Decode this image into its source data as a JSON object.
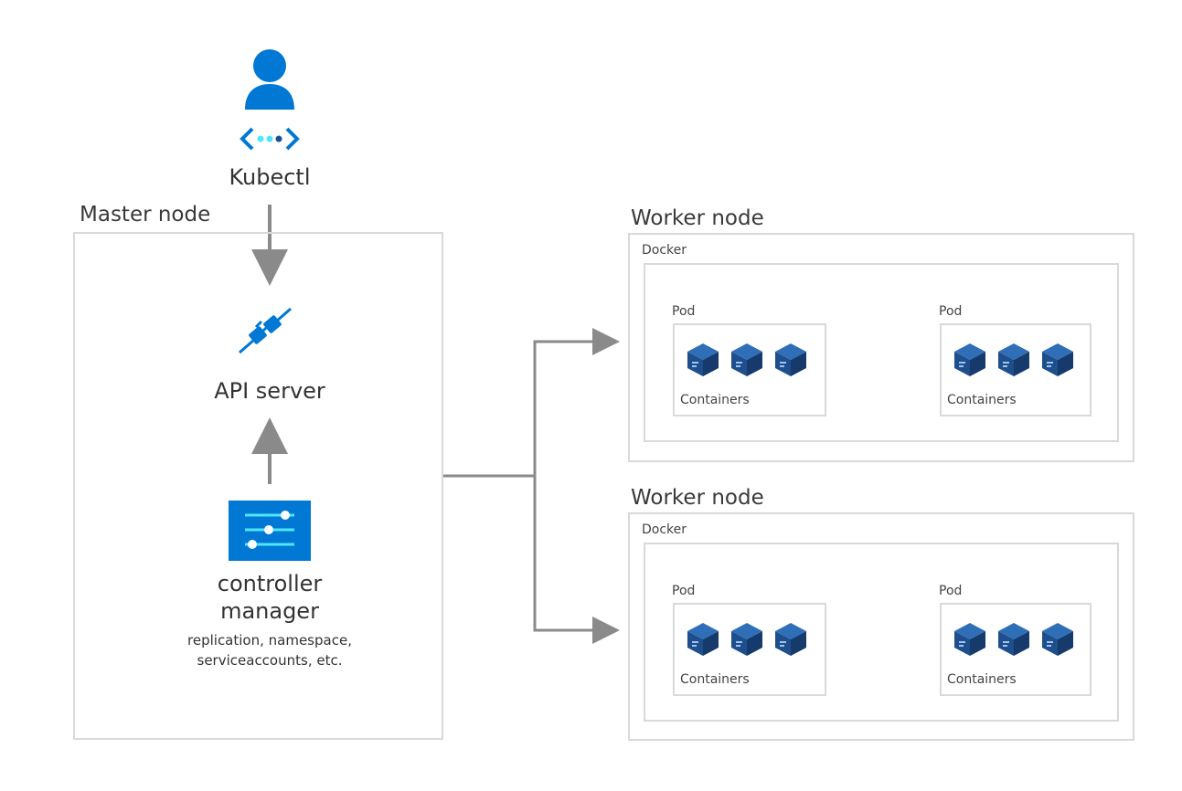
{
  "kubectl": {
    "label": "Kubectl",
    "icon": "user-icon",
    "code_icon": "code-brackets-icon"
  },
  "master": {
    "title": "Master node",
    "api_server": {
      "label": "API server",
      "icon": "plug-connector-icon"
    },
    "controller_manager": {
      "label_line1": "controller",
      "label_line2": "manager",
      "desc_line1": "replication, namespace,",
      "desc_line2": "serviceaccounts, etc.",
      "icon": "sliders-icon"
    }
  },
  "workers": [
    {
      "title": "Worker node",
      "runtime": "Docker",
      "pods": [
        {
          "label": "Pod",
          "containers_label": "Containers"
        },
        {
          "label": "Pod",
          "containers_label": "Containers"
        }
      ]
    },
    {
      "title": "Worker node",
      "runtime": "Docker",
      "pods": [
        {
          "label": "Pod",
          "containers_label": "Containers"
        },
        {
          "label": "Pod",
          "containers_label": "Containers"
        }
      ]
    }
  ],
  "colors": {
    "accent_blue": "#0078d4",
    "light_blue": "#50e6ff",
    "container_blue": "#1f4e8c",
    "arrow_gray": "#8a8a8a",
    "border_gray": "#d9d9d9"
  }
}
